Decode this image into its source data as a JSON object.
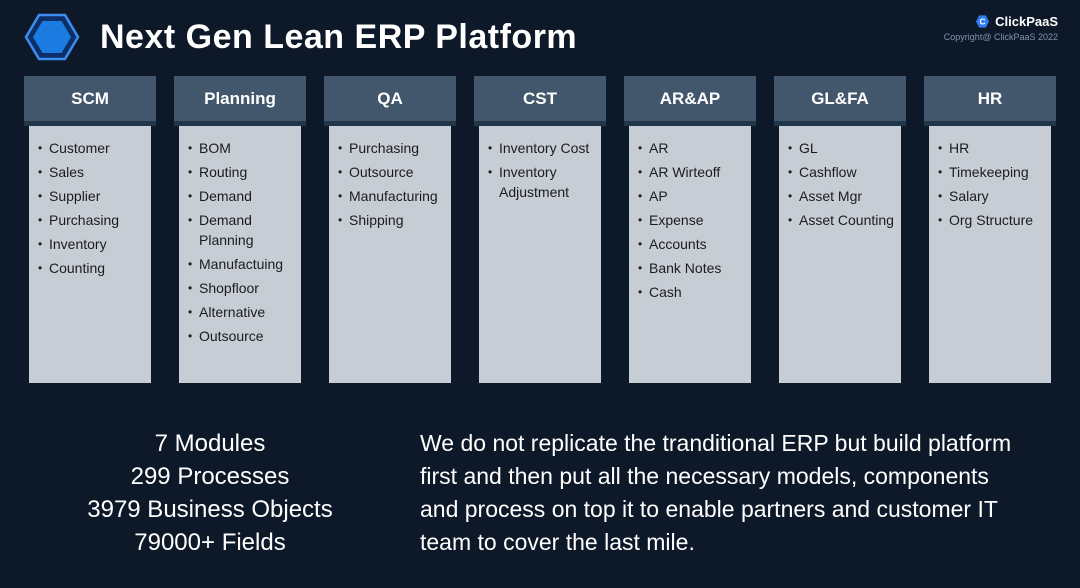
{
  "header": {
    "title": "Next Gen Lean ERP Platform",
    "brand": "ClickPaaS",
    "copyright": "Copyright@ ClickPaaS 2022"
  },
  "columns": [
    {
      "title": "SCM",
      "items": [
        "Customer",
        "Sales",
        "Supplier",
        "Purchasing",
        "Inventory",
        "Counting"
      ]
    },
    {
      "title": "Planning",
      "items": [
        "BOM",
        "Routing",
        "Demand",
        "Demand Planning",
        "Manufactuing",
        "Shopfloor",
        "Alternative",
        "Outsource"
      ]
    },
    {
      "title": "QA",
      "items": [
        "Purchasing",
        "Outsource",
        "Manufacturing",
        "Shipping"
      ]
    },
    {
      "title": "CST",
      "items": [
        "Inventory Cost",
        "Inventory Adjustment"
      ]
    },
    {
      "title": "AR&AP",
      "items": [
        "AR",
        "AR Wirteoff",
        "AP",
        "Expense",
        "Accounts",
        "Bank Notes",
        "Cash"
      ]
    },
    {
      "title": "GL&FA",
      "items": [
        "GL",
        "Cashflow",
        "Asset Mgr",
        "Asset Counting"
      ]
    },
    {
      "title": "HR",
      "items": [
        "HR",
        "Timekeeping",
        "Salary",
        "Org Structure"
      ]
    }
  ],
  "stats": {
    "lines": [
      "7 Modules",
      "299 Processes",
      "3979 Business Objects",
      "79000+ Fields"
    ]
  },
  "description": "We do not replicate the tranditional ERP but build platform first and then put all the necessary models, components and process on top it to enable partners and customer IT team to cover the last mile.",
  "colors": {
    "background": "#0d1828",
    "panel_header": "#42566c",
    "panel_body": "#c7cdd5",
    "accent_blue": "#1b7be0"
  }
}
